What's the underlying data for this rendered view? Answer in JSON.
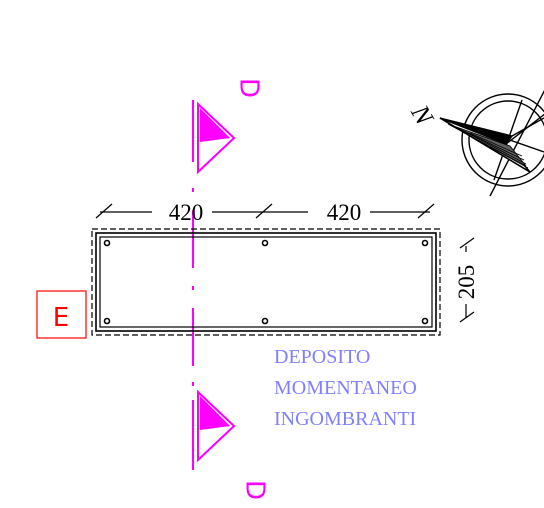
{
  "drawing": {
    "dimensions": {
      "width_left": "420",
      "width_right": "420",
      "depth": "205"
    },
    "area_label": [
      "DEPOSITO",
      "MOMENTANEO",
      "INGOMBRANTI"
    ],
    "area_label_color": "#8080ff",
    "section_marker_top": "D",
    "section_marker_bottom": "D",
    "section_color": "#ff00ff",
    "elevation_marker": "E",
    "elevation_color": "#ff0000",
    "north_label": "N"
  }
}
